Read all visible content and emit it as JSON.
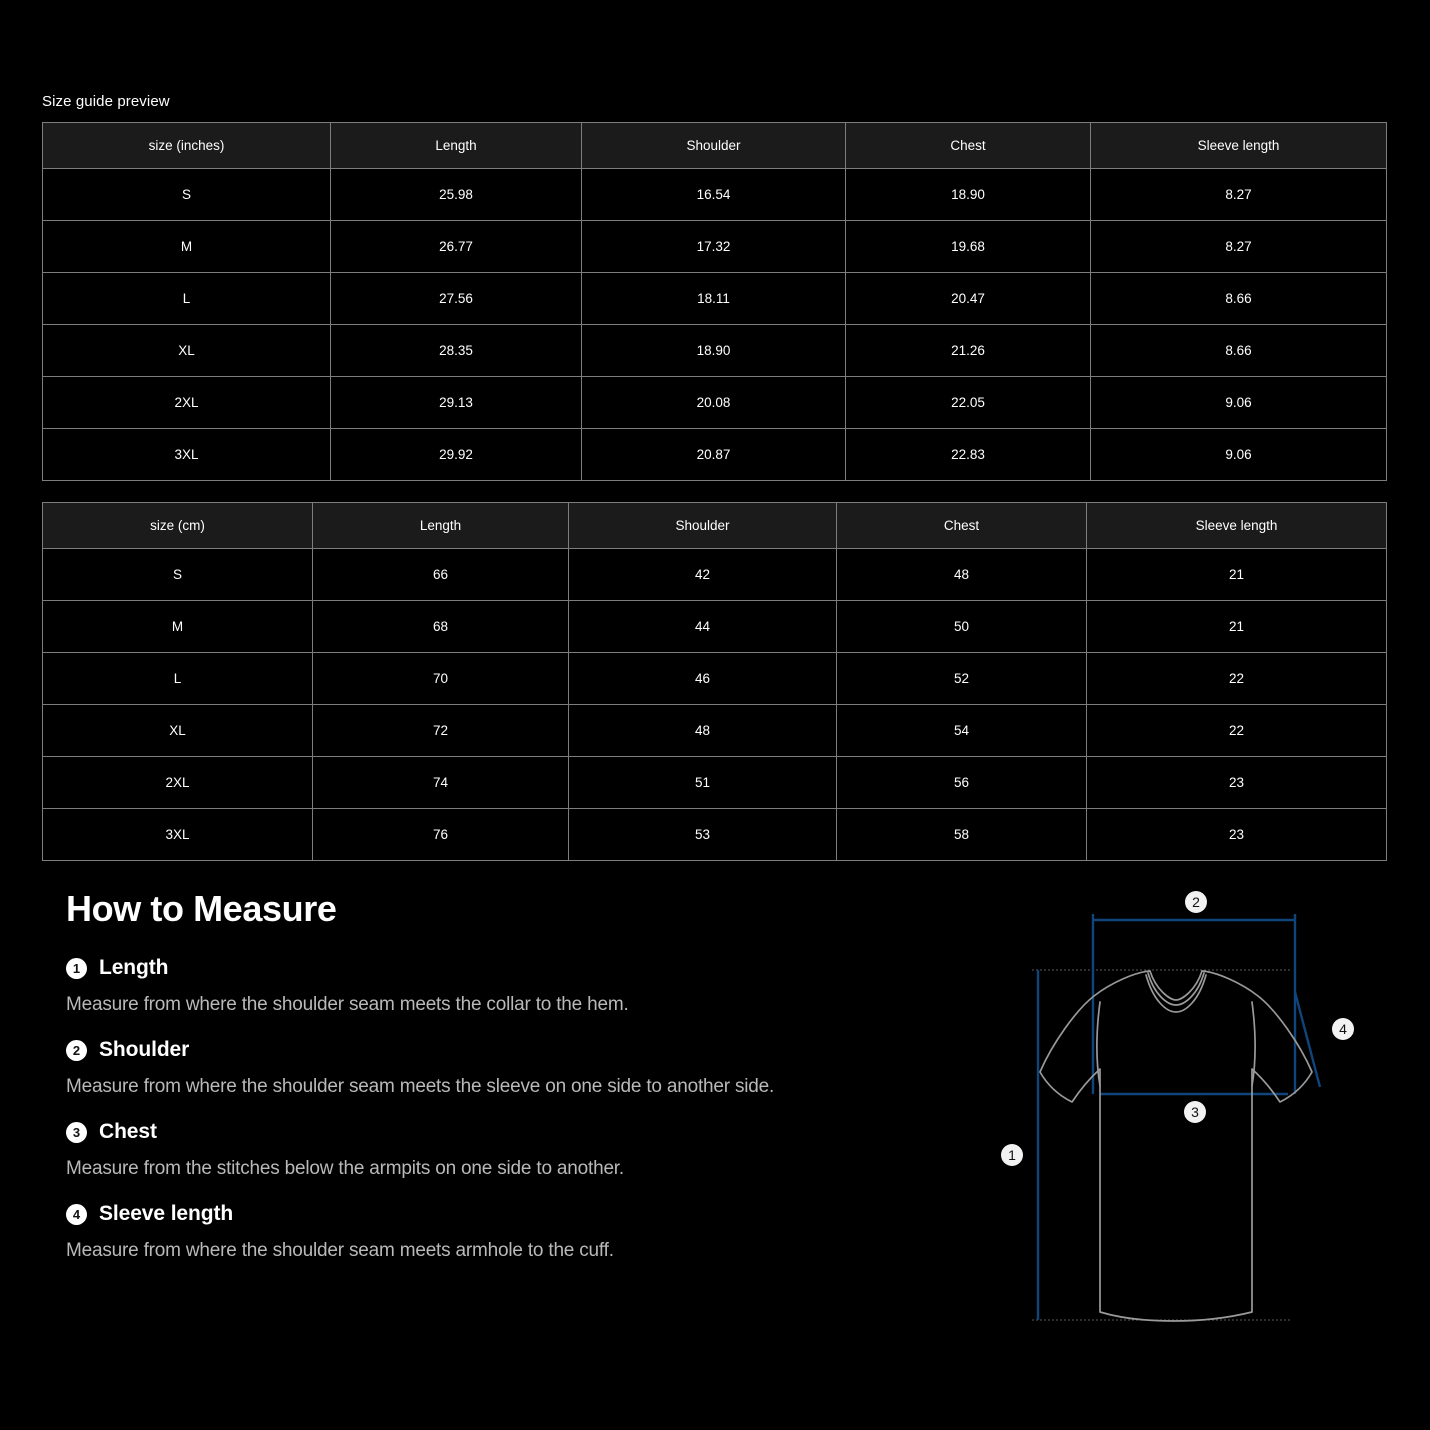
{
  "preview": {
    "label": "Size guide preview"
  },
  "tables": [
    {
      "id": "inches",
      "headers": [
        "size (inches)",
        "Length",
        "Shoulder",
        "Chest",
        "Sleeve length"
      ],
      "rows": [
        [
          "S",
          "25.98",
          "16.54",
          "18.90",
          "8.27"
        ],
        [
          "M",
          "26.77",
          "17.32",
          "19.68",
          "8.27"
        ],
        [
          "L",
          "27.56",
          "18.11",
          "20.47",
          "8.66"
        ],
        [
          "XL",
          "28.35",
          "18.90",
          "21.26",
          "8.66"
        ],
        [
          "2XL",
          "29.13",
          "20.08",
          "22.05",
          "9.06"
        ],
        [
          "3XL",
          "29.92",
          "20.87",
          "22.83",
          "9.06"
        ]
      ]
    },
    {
      "id": "cm",
      "headers": [
        "size (cm)",
        "Length",
        "Shoulder",
        "Chest",
        "Sleeve length"
      ],
      "rows": [
        [
          "S",
          "66",
          "42",
          "48",
          "21"
        ],
        [
          "M",
          "68",
          "44",
          "50",
          "21"
        ],
        [
          "L",
          "70",
          "46",
          "52",
          "22"
        ],
        [
          "XL",
          "72",
          "48",
          "54",
          "22"
        ],
        [
          "2XL",
          "74",
          "51",
          "56",
          "23"
        ],
        [
          "3XL",
          "76",
          "53",
          "58",
          "23"
        ]
      ]
    }
  ],
  "how_to_measure": {
    "title": "How to Measure",
    "items": [
      {
        "number": "1",
        "name": "Length",
        "description": "Measure from where the shoulder seam meets the collar to the hem."
      },
      {
        "number": "2",
        "name": "Shoulder",
        "description": "Measure from where the shoulder seam meets the sleeve on one side to another side."
      },
      {
        "number": "3",
        "name": "Chest",
        "description": "Measure from the stitches below the armpits on one side to another."
      },
      {
        "number": "4",
        "name": "Sleeve length",
        "description": "Measure from where the shoulder seam meets armhole to the cuff."
      }
    ]
  },
  "diagram": {
    "markers": [
      "1",
      "2",
      "3",
      "4"
    ],
    "colors": {
      "measure_line": "#10447c",
      "garment_outline": "#9a9a9a",
      "guide_line": "#5a5a5a",
      "background": "#000000"
    }
  },
  "theme": {
    "page_background": "#000000",
    "table_header_background": "#1b1b1b",
    "table_border": "#7d7d7d",
    "text_primary": "#ffffff",
    "text_secondary": "#b9b9b9",
    "accent_blue": "#10447c"
  }
}
